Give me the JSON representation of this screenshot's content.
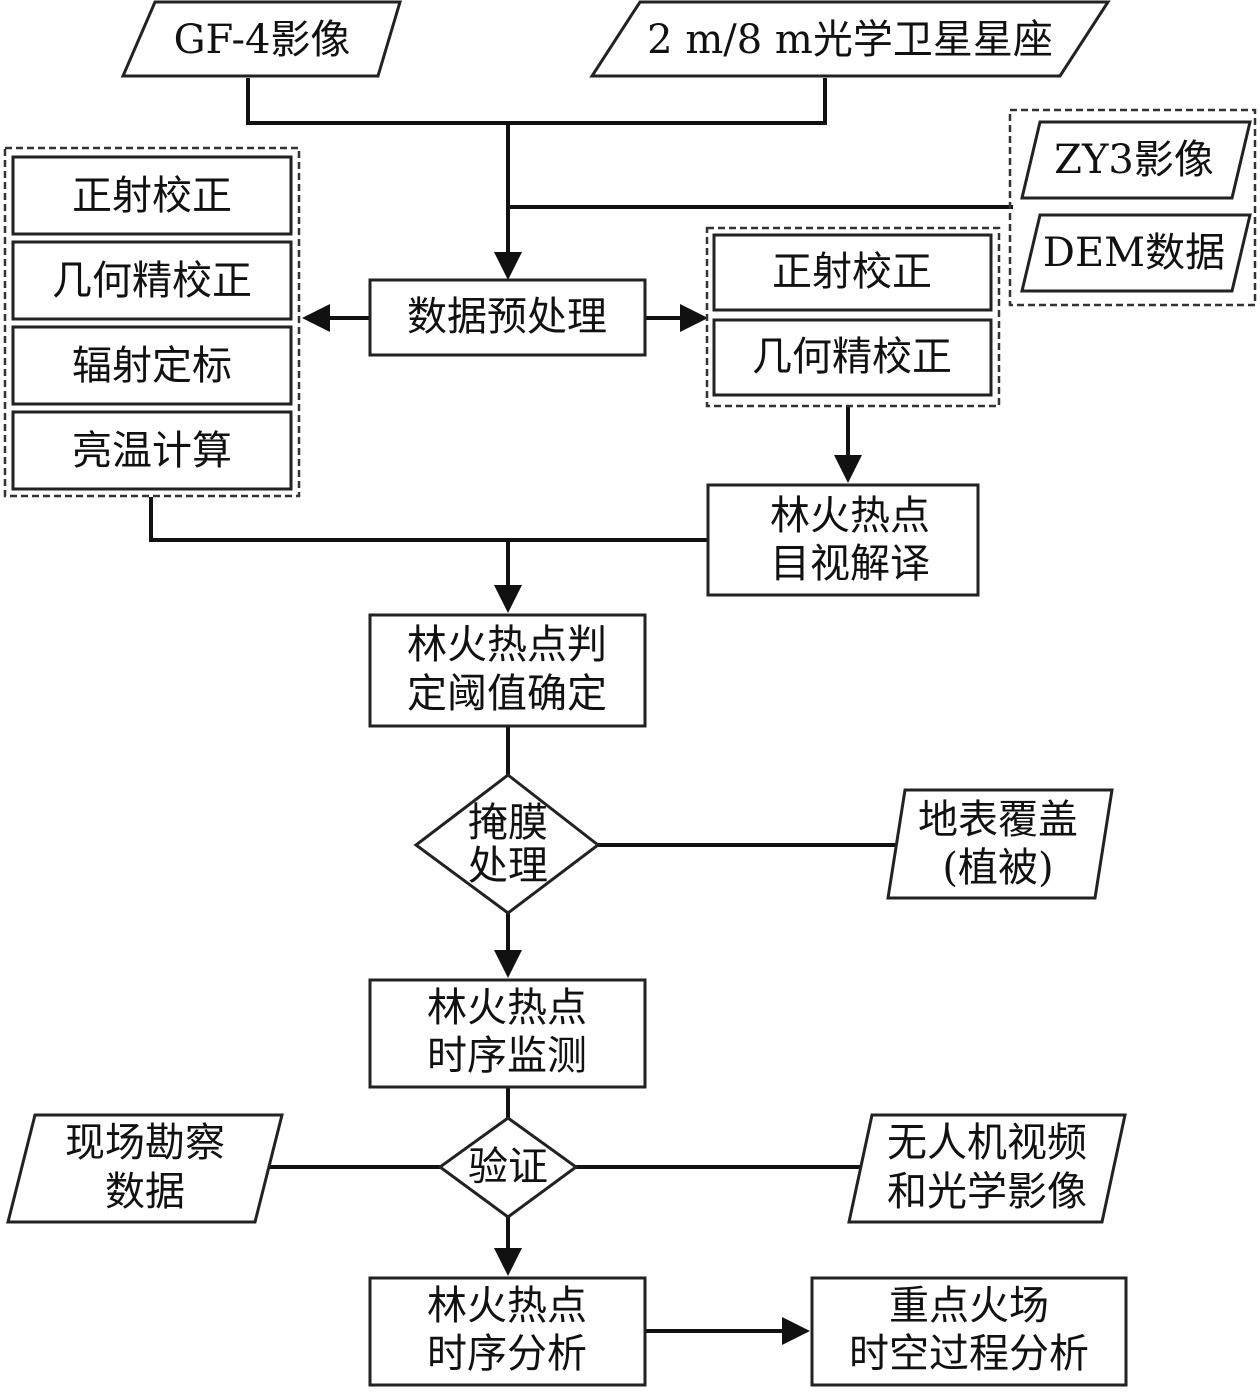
{
  "inputs": {
    "gf4": "GF-4影像",
    "optical_constellation": "2 m/8 m光学卫星星座",
    "zy3": "ZY3影像",
    "dem": "DEM数据"
  },
  "left_group": [
    "正射校正",
    "几何精校正",
    "辐射定标",
    "亮温计算"
  ],
  "right_group": [
    "正射校正",
    "几何精校正"
  ],
  "preprocess": "数据预处理",
  "visual_interpretation": [
    "林火热点",
    "目视解译"
  ],
  "threshold": [
    "林火热点判",
    "定阈值确定"
  ],
  "mask": [
    "掩膜",
    "处理"
  ],
  "land_cover": [
    "地表覆盖",
    "(植被)"
  ],
  "monitoring": [
    "林火热点",
    "时序监测"
  ],
  "verify": "验证",
  "field_data": [
    "现场勘察",
    "数据"
  ],
  "uav_data": [
    "无人机视频",
    "和光学影像"
  ],
  "analysis": [
    "林火热点",
    "时序分析"
  ],
  "key_fire": [
    "重点火场",
    "时空过程分析"
  ]
}
